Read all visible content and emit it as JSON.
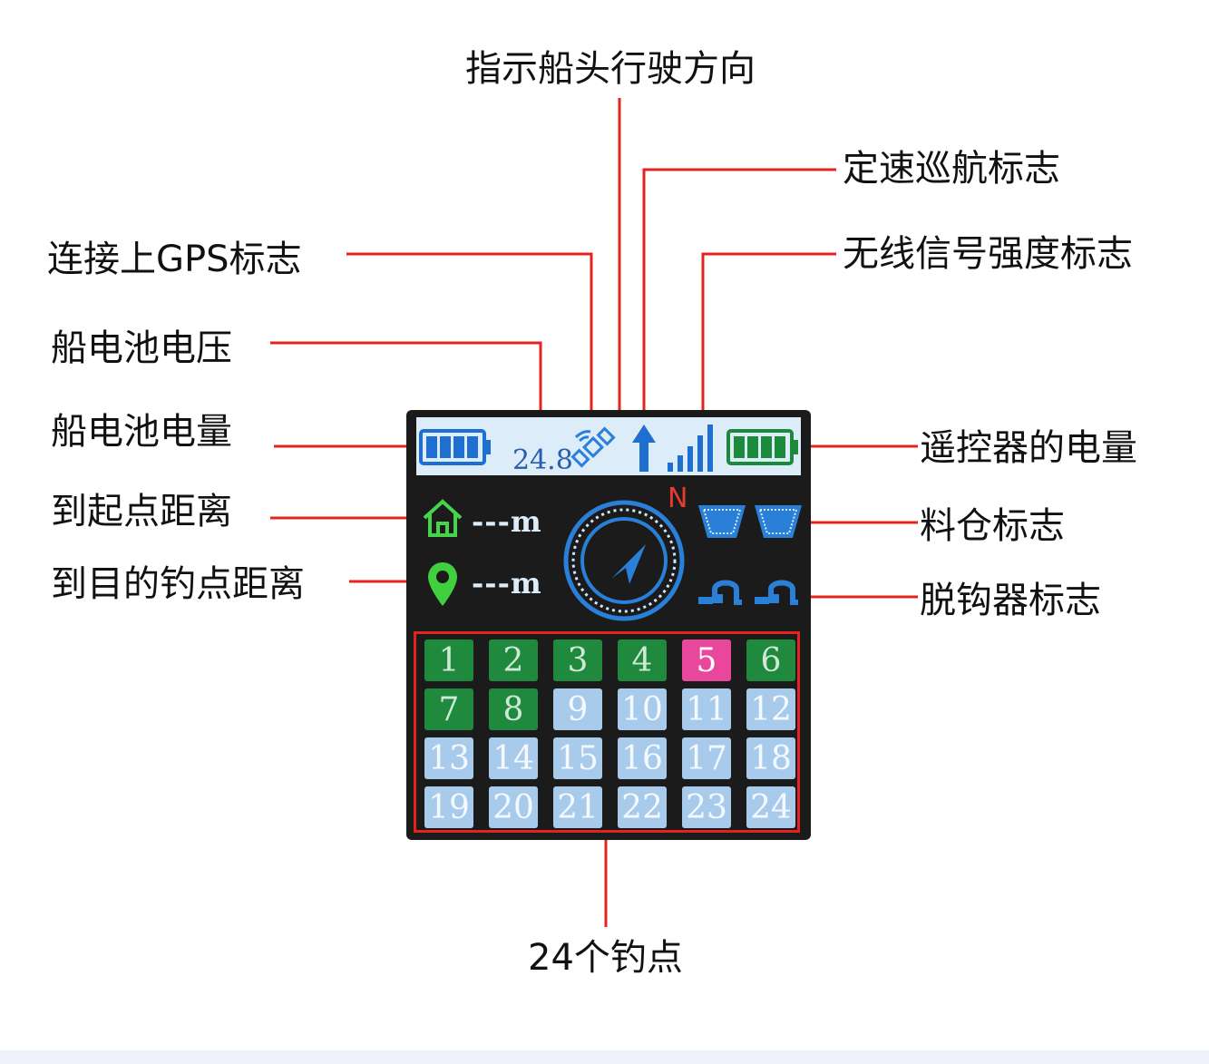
{
  "labels": {
    "heading_direction": "指示船头行驶方向",
    "cruise_control": "定速巡航标志",
    "gps_connected": "连接上GPS标志",
    "signal_strength": "无线信号强度标志",
    "boat_battery_voltage": "船电池电压",
    "boat_battery_level": "船电池电量",
    "remote_battery_level": "遥控器的电量",
    "distance_to_start": "到起点距离",
    "bait_bin": "料仓标志",
    "distance_to_spot": "到目的钓点距离",
    "release_hook": "脱钩器标志",
    "fishing_spots": "24个钓点"
  },
  "screen": {
    "voltage": "24.8",
    "home_distance": "---m",
    "spot_distance": "---m",
    "north": "N",
    "spots": [
      {
        "n": "1",
        "state": "green"
      },
      {
        "n": "2",
        "state": "green"
      },
      {
        "n": "3",
        "state": "green"
      },
      {
        "n": "4",
        "state": "green"
      },
      {
        "n": "5",
        "state": "pink"
      },
      {
        "n": "6",
        "state": "green"
      },
      {
        "n": "7",
        "state": "green"
      },
      {
        "n": "8",
        "state": "green"
      },
      {
        "n": "9",
        "state": "light"
      },
      {
        "n": "10",
        "state": "light"
      },
      {
        "n": "11",
        "state": "light"
      },
      {
        "n": "12",
        "state": "light"
      },
      {
        "n": "13",
        "state": "light"
      },
      {
        "n": "14",
        "state": "light"
      },
      {
        "n": "15",
        "state": "light"
      },
      {
        "n": "16",
        "state": "light"
      },
      {
        "n": "17",
        "state": "light"
      },
      {
        "n": "18",
        "state": "light"
      },
      {
        "n": "19",
        "state": "light"
      },
      {
        "n": "20",
        "state": "light"
      },
      {
        "n": "21",
        "state": "light"
      },
      {
        "n": "22",
        "state": "light"
      },
      {
        "n": "23",
        "state": "light"
      },
      {
        "n": "24",
        "state": "light"
      }
    ]
  },
  "colors": {
    "leader_line": "#e4231f",
    "spot_active": "#1f8a3d",
    "spot_selected": "#e8479b",
    "spot_idle": "#a8cbec",
    "accent_blue": "#2a80d8",
    "accent_green": "#3fcf3f"
  },
  "icons": [
    "battery-icon",
    "satellite-icon",
    "cruise-arrow-icon",
    "signal-bars-icon",
    "home-icon",
    "location-pin-icon",
    "compass-icon",
    "bait-bin-icon",
    "release-hook-icon"
  ]
}
